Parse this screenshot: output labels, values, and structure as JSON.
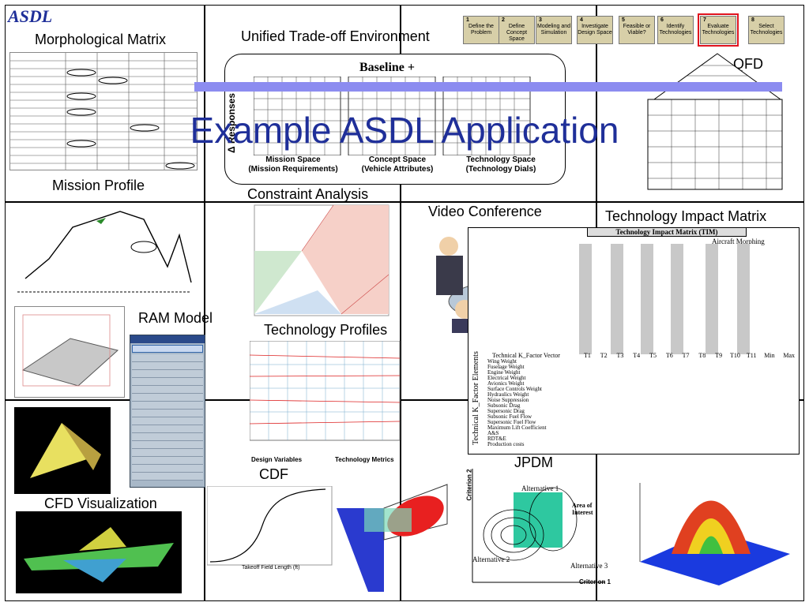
{
  "logo": {
    "text": "ASDL"
  },
  "title": "Example ASDL Application",
  "labels": {
    "morphological_matrix": "Morphological Matrix",
    "unified_tradeoff": "Unified Trade-off Environment",
    "qfd": "QFD",
    "mission_profile": "Mission Profile",
    "constraint_analysis": "Constraint Analysis",
    "video_conference": "Video Conference",
    "technology_impact_matrix": "Technology Impact Matrix",
    "ram_model": "RAM Model",
    "technology_profiles": "Technology Profiles",
    "cdf": "CDF",
    "cfd_visualization": "CFD Visualization",
    "jpdm": "JPDM"
  },
  "process_steps": [
    {
      "num": "1",
      "label": "Define the Problem"
    },
    {
      "num": "2",
      "label": "Define Concept Space"
    },
    {
      "num": "3",
      "label": "Modeling and Simulation"
    },
    {
      "num": "4",
      "label": "Investigate Design Space"
    },
    {
      "num": "5",
      "label": "Feasible or Viable?"
    },
    {
      "num": "6",
      "label": "Identify Technologies"
    },
    {
      "num": "7",
      "label": "Evaluate Technologies"
    },
    {
      "num": "8",
      "label": "Select Technologies"
    }
  ],
  "selected_step": "7",
  "tradeoff": {
    "baseline": "Baseline +",
    "responses": "Δ Responses",
    "spaces": [
      {
        "name": "Mission Space",
        "sub": "(Mission Requirements)"
      },
      {
        "name": "Concept Space",
        "sub": "(Vehicle Attributes)"
      },
      {
        "name": "Technology Space",
        "sub": "(Technology Dials)"
      }
    ]
  },
  "tim": {
    "title": "Technology Impact Matrix (TIM)",
    "header": "Technical K_Factor Vector",
    "group": "Aircraft Morphing",
    "side_label": "Technical K_Factor Elements",
    "columns": [
      "T1",
      "T2",
      "T3",
      "T4",
      "T5",
      "T6",
      "T7",
      "T8",
      "T9",
      "T10",
      "T11",
      "Min",
      "Max"
    ],
    "rows": [
      "Wing Weight",
      "Fuselage Weight",
      "Engine Weight",
      "Electrical Weight",
      "Avionics Weight",
      "Surface Controls Weight",
      "Hydraulics Weight",
      "Noise Suppression",
      "Subsonic Drag",
      "Supersonic Drag",
      "Subsonic Fuel Flow",
      "Supersonic Fuel Flow",
      "Maximum Lift Coefficient",
      "A&S",
      "RDT&E",
      "Production costs"
    ]
  },
  "technology_profiles": {
    "xlabel": "Design Variables",
    "ylabel": "Technology Metrics"
  },
  "jpdm": {
    "criterion2": "Criterion 2",
    "criterion1": "Criterion 1",
    "alt1": "Alternative 1",
    "alt2": "Alternative 2",
    "alt3": "Alternative 3",
    "area": "Area of Interest"
  },
  "cdf_chart": {
    "xlabel": "Takeoff Field Length (ft)"
  },
  "colors": {
    "title": "#1f2f99",
    "band": "#8c8cf0",
    "step_fill": "#d7cfa8",
    "highlight": "#e0141e"
  }
}
